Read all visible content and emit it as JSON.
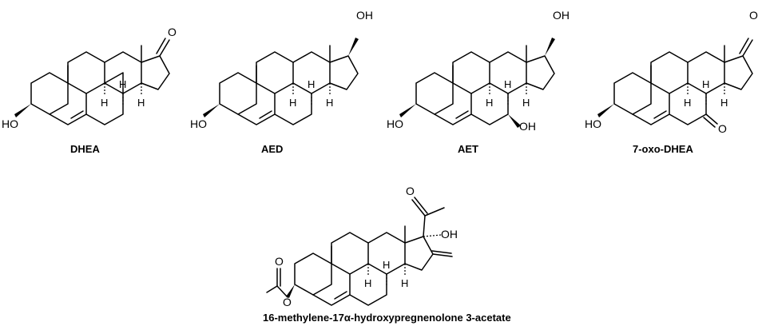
{
  "figure": {
    "compounds": [
      {
        "name": "DHEA",
        "atom_labels": {
          "o3": "HO",
          "o17": "O",
          "h8": "H",
          "h9": "H",
          "h14": "H"
        }
      },
      {
        "name": "AED",
        "atom_labels": {
          "o3": "HO",
          "o17": "OH",
          "h8": "H",
          "h9": "H",
          "h14": "H"
        }
      },
      {
        "name": "AET",
        "atom_labels": {
          "o3": "HO",
          "o17": "OH",
          "o7": "OH",
          "h8": "H",
          "h9": "H",
          "h14": "H"
        }
      },
      {
        "name": "7-oxo-DHEA",
        "atom_labels": {
          "o3": "HO",
          "o17": "O",
          "o7": "O",
          "h8": "H",
          "h9": "H",
          "h14": "H"
        }
      },
      {
        "name": "16-methylene-17α-hydroxypregnenolone 3-acetate",
        "atom_labels": {
          "o3": "O",
          "acyl_o": "O",
          "ketone_o": "O",
          "o17": "OH",
          "h8": "H",
          "h9": "H",
          "h14": "H"
        }
      }
    ]
  }
}
